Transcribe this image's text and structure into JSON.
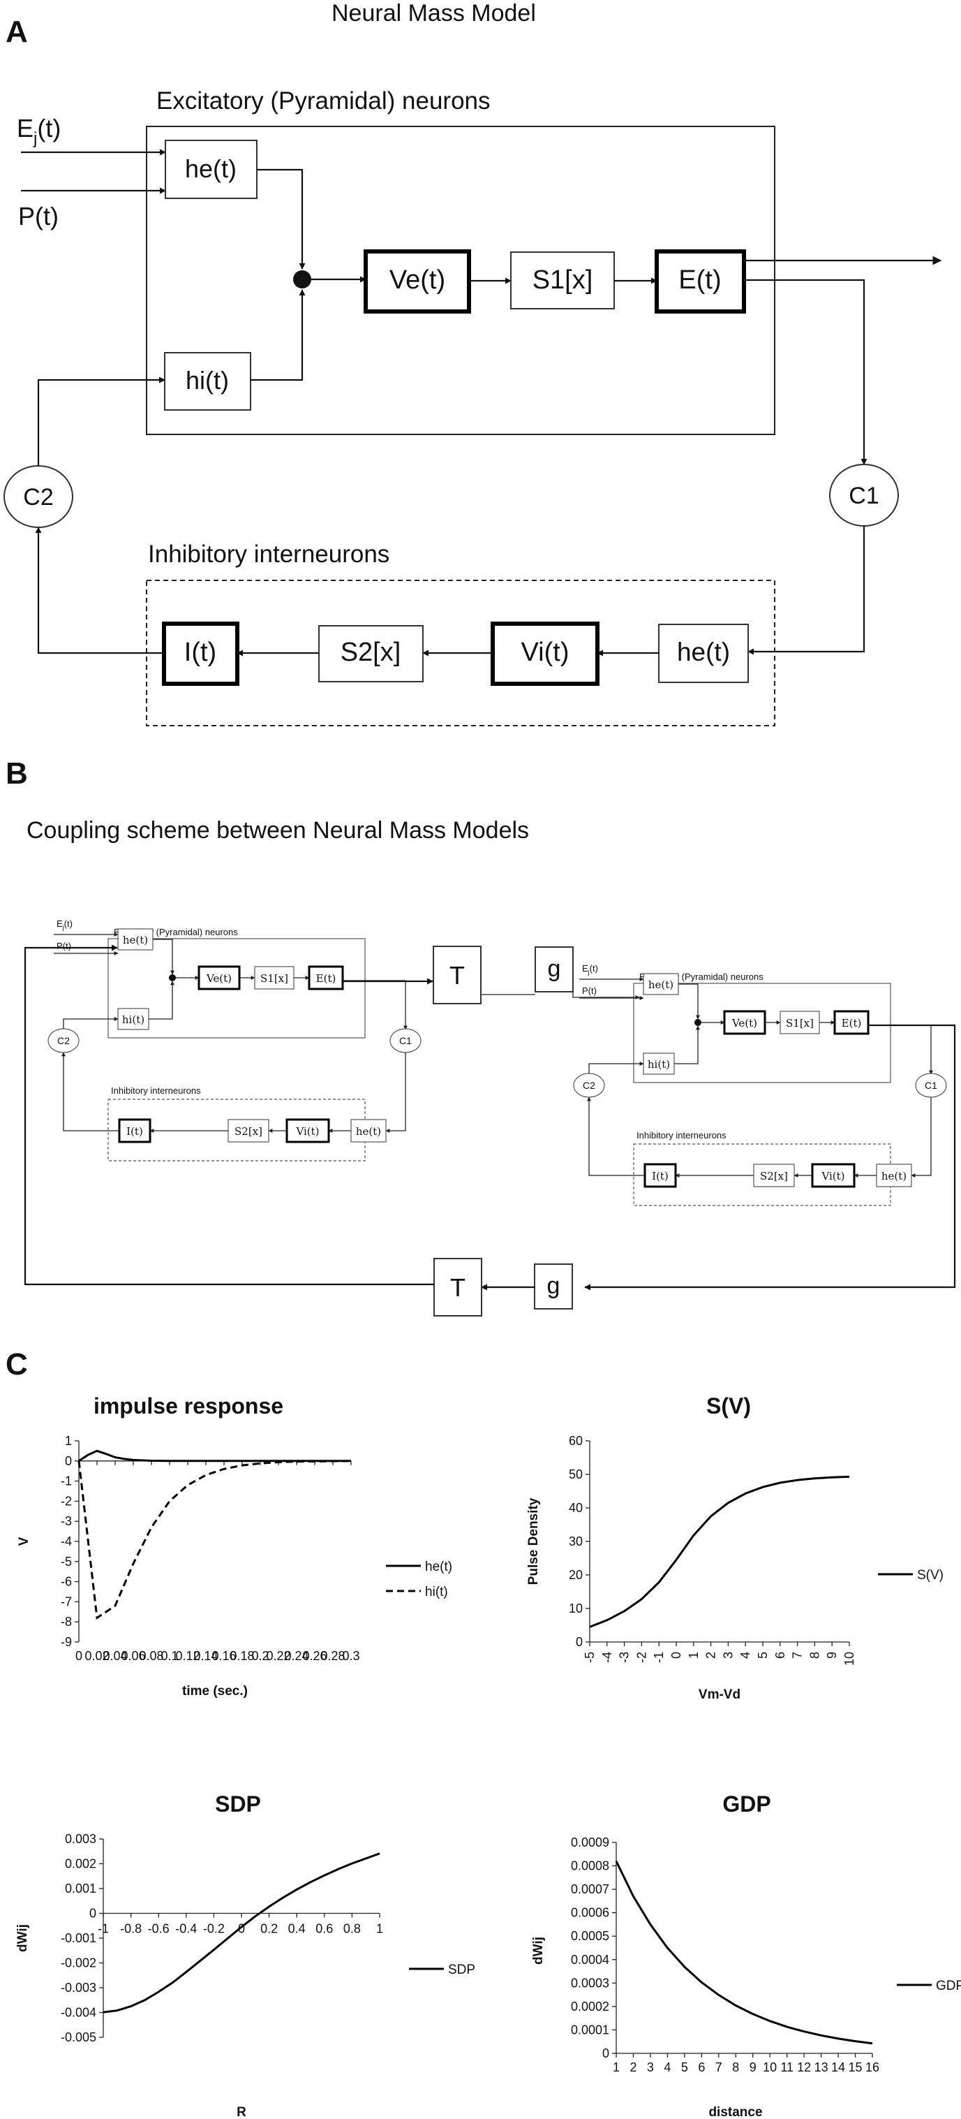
{
  "panel_a": {
    "letter": "A",
    "title": "Neural Mass Model",
    "excitatory_label": "Excitatory (Pyramidal) neurons",
    "inhibitory_label": "Inhibitory interneurons",
    "input_ej": "E",
    "input_ej_sub": "j",
    "input_ej_tail": "(t)",
    "input_p": "P(t)",
    "he_top": "he(t)",
    "hi": "hi(t)",
    "ve": "Ve(t)",
    "s1": "S1[x]",
    "e": "E(t)",
    "c1": "C1",
    "c2": "C2",
    "i": "I(t)",
    "s2": "S2[x]",
    "vi": "Vi(t)",
    "he_bottom": "he(t)"
  },
  "panel_b": {
    "letter": "B",
    "title": "Coupling scheme between Neural Mass Models",
    "t": "T",
    "g": "g"
  },
  "panel_c": {
    "letter": "C"
  },
  "chart_data": [
    {
      "type": "line",
      "title": "impulse response",
      "xlabel": "time (sec.)",
      "ylabel": "V",
      "xlim": [
        0,
        0.3
      ],
      "ylim": [
        -9,
        1
      ],
      "xticks": [
        "0",
        "0.02",
        "0.04",
        "0.06",
        "0.08",
        "0.1",
        "0.12",
        "0.14",
        "0.16",
        "0.18",
        "0.2",
        "0.22",
        "0.24",
        "0.26",
        "0.28",
        "0.3"
      ],
      "yticks": [
        "1",
        "0",
        "-1",
        "-2",
        "-3",
        "-4",
        "-5",
        "-6",
        "-7",
        "-8",
        "-9"
      ],
      "legend": "right",
      "series": [
        {
          "name": "he(t)",
          "style": "solid",
          "x": [
            0,
            0.01,
            0.02,
            0.03,
            0.04,
            0.05,
            0.06,
            0.08,
            0.1,
            0.15,
            0.2,
            0.3
          ],
          "y": [
            0,
            0.3,
            0.5,
            0.35,
            0.18,
            0.1,
            0.05,
            0.01,
            0,
            0,
            0,
            0
          ]
        },
        {
          "name": "hi(t)",
          "style": "dashed",
          "x": [
            0,
            0.02,
            0.04,
            0.06,
            0.08,
            0.1,
            0.12,
            0.14,
            0.16,
            0.18,
            0.2,
            0.22,
            0.24,
            0.26,
            0.28,
            0.3
          ],
          "y": [
            0,
            -7.8,
            -7.2,
            -5.1,
            -3.3,
            -2.0,
            -1.2,
            -0.7,
            -0.4,
            -0.22,
            -0.12,
            -0.06,
            -0.03,
            -0.02,
            -0.01,
            0
          ]
        }
      ]
    },
    {
      "type": "line",
      "title": "S(V)",
      "xlabel": "Vm-Vd",
      "ylabel": "Pulse Density",
      "xlim": [
        -5,
        10
      ],
      "ylim": [
        0,
        60
      ],
      "xticks": [
        "-5",
        "-4",
        "-3",
        "-2",
        "-1",
        "0",
        "1",
        "2",
        "3",
        "4",
        "5",
        "6",
        "7",
        "8",
        "9",
        "10"
      ],
      "yticks": [
        "60",
        "50",
        "40",
        "30",
        "20",
        "10",
        "0"
      ],
      "legend": "right",
      "series": [
        {
          "name": "S(V)",
          "style": "solid",
          "x": [
            -5,
            -4,
            -3,
            -2,
            -1,
            0,
            1,
            2,
            3,
            4,
            5,
            6,
            7,
            8,
            9,
            10
          ],
          "y": [
            4.5,
            6.5,
            9.2,
            12.8,
            17.8,
            24.5,
            31.8,
            37.5,
            41.5,
            44.3,
            46.2,
            47.5,
            48.3,
            48.8,
            49.1,
            49.3
          ]
        }
      ]
    },
    {
      "type": "line",
      "title": "SDP",
      "xlabel": "R",
      "ylabel": "dWij",
      "xlim": [
        -1,
        1
      ],
      "ylim": [
        -0.005,
        0.003
      ],
      "xticks": [
        "-1",
        "-0.8",
        "-0.6",
        "-0.4",
        "-0.2",
        "0",
        "0.2",
        "0.4",
        "0.6",
        "0.8",
        "1"
      ],
      "yticks": [
        "0.003",
        "0.002",
        "0.001",
        "0",
        "-0.001",
        "-0.002",
        "-0.003",
        "-0.004",
        "-0.005"
      ],
      "legend": "right",
      "series": [
        {
          "name": "SDP",
          "style": "solid",
          "x": [
            -1,
            -0.9,
            -0.8,
            -0.7,
            -0.6,
            -0.5,
            -0.4,
            -0.3,
            -0.2,
            -0.1,
            0,
            0.1,
            0.2,
            0.3,
            0.4,
            0.5,
            0.6,
            0.7,
            0.8,
            0.9,
            1
          ],
          "y": [
            -0.00399,
            -0.00392,
            -0.00375,
            -0.0035,
            -0.00317,
            -0.0028,
            -0.00237,
            -0.00192,
            -0.00147,
            -0.00101,
            -0.00055,
            -0.00012,
            0.00027,
            0.00063,
            0.00096,
            0.00126,
            0.00153,
            0.00178,
            0.00201,
            0.00221,
            0.00241
          ]
        }
      ]
    },
    {
      "type": "line",
      "title": "GDP",
      "xlabel": "distance",
      "ylabel": "dWij",
      "xlim": [
        1,
        16
      ],
      "ylim": [
        0,
        0.0009
      ],
      "xticks": [
        "1",
        "2",
        "3",
        "4",
        "5",
        "6",
        "7",
        "8",
        "9",
        "10",
        "11",
        "12",
        "13",
        "14",
        "15",
        "16"
      ],
      "yticks": [
        "0.0009",
        "0.0008",
        "0.0007",
        "0.0006",
        "0.0005",
        "0.0004",
        "0.0003",
        "0.0002",
        "0.0001",
        "0"
      ],
      "legend": "right",
      "series": [
        {
          "name": "GDP",
          "style": "solid",
          "x": [
            1,
            2,
            3,
            4,
            5,
            6,
            7,
            8,
            9,
            10,
            11,
            12,
            13,
            14,
            15,
            16
          ],
          "y": [
            0.00082,
            0.00067,
            0.00055,
            0.00045,
            0.000369,
            0.000303,
            0.000249,
            0.000204,
            0.000168,
            0.000138,
            0.000113,
            9.32e-05,
            7.66e-05,
            6.3e-05,
            5.18e-05,
            4.26e-05
          ]
        }
      ]
    }
  ]
}
